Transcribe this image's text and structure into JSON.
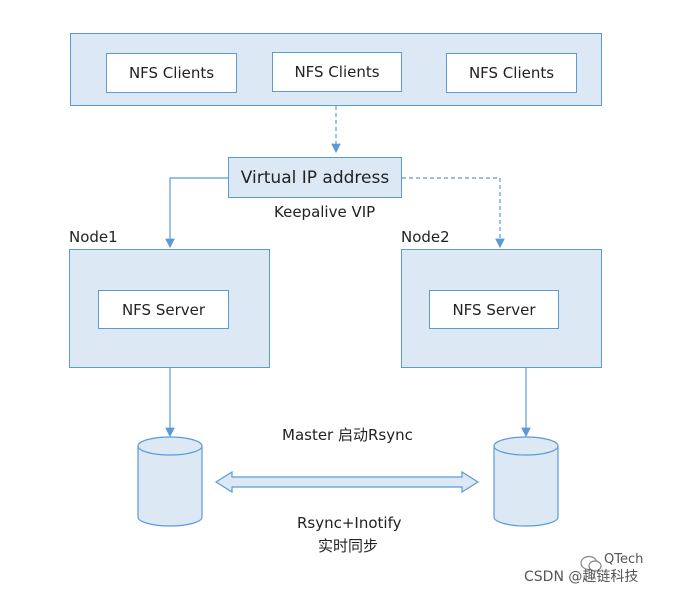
{
  "clients": [
    "NFS Clients",
    "NFS Clients",
    "NFS Clients"
  ],
  "vip": {
    "label": "Virtual IP address",
    "caption": "Keepalive VIP"
  },
  "nodes": [
    {
      "title": "Node1",
      "server": "NFS Server"
    },
    {
      "title": "Node2",
      "server": "NFS Server"
    }
  ],
  "sync": {
    "top": "Master 启动Rsync",
    "bottom_line1": "Rsync+Inotify",
    "bottom_line2": "实时同步"
  },
  "watermark": {
    "logo_text": "QTech",
    "text": "CSDN @趣链科技"
  },
  "colors": {
    "border": "#5b9bd5",
    "fill": "#dde8f5",
    "line": "#5b9bd5"
  }
}
